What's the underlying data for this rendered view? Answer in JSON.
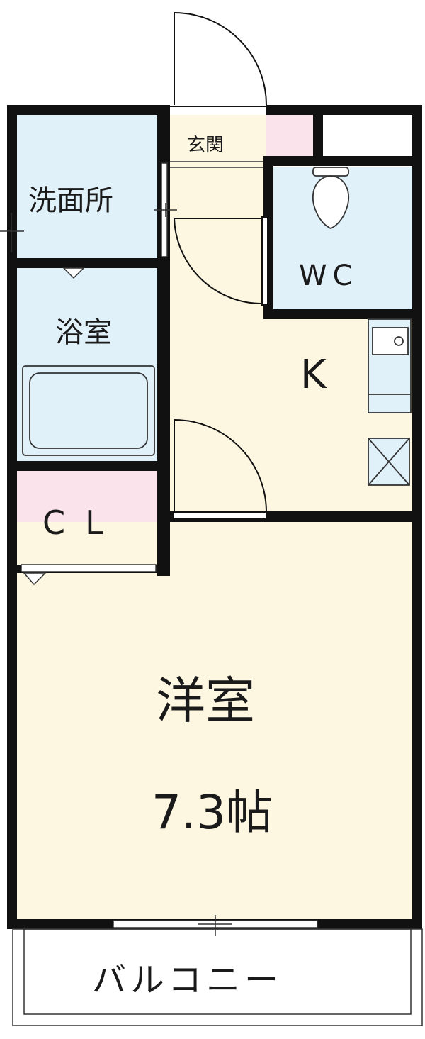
{
  "rooms": {
    "entrance": "玄関",
    "washroom": "洗面所",
    "wc": "WC",
    "bath": "浴室",
    "kitchen": "K",
    "closet": "CL",
    "western_room": "洋室",
    "western_room_size": "7.3帖",
    "balcony": "バルコニー"
  },
  "colors": {
    "wall": "#111111",
    "wet_area": "#e1f1fa",
    "living_area": "#fdf6e0",
    "closet": "#fbe3ec",
    "entrance_tile": "#fdf6e0",
    "entrance_pink": "#fbe3ec"
  }
}
